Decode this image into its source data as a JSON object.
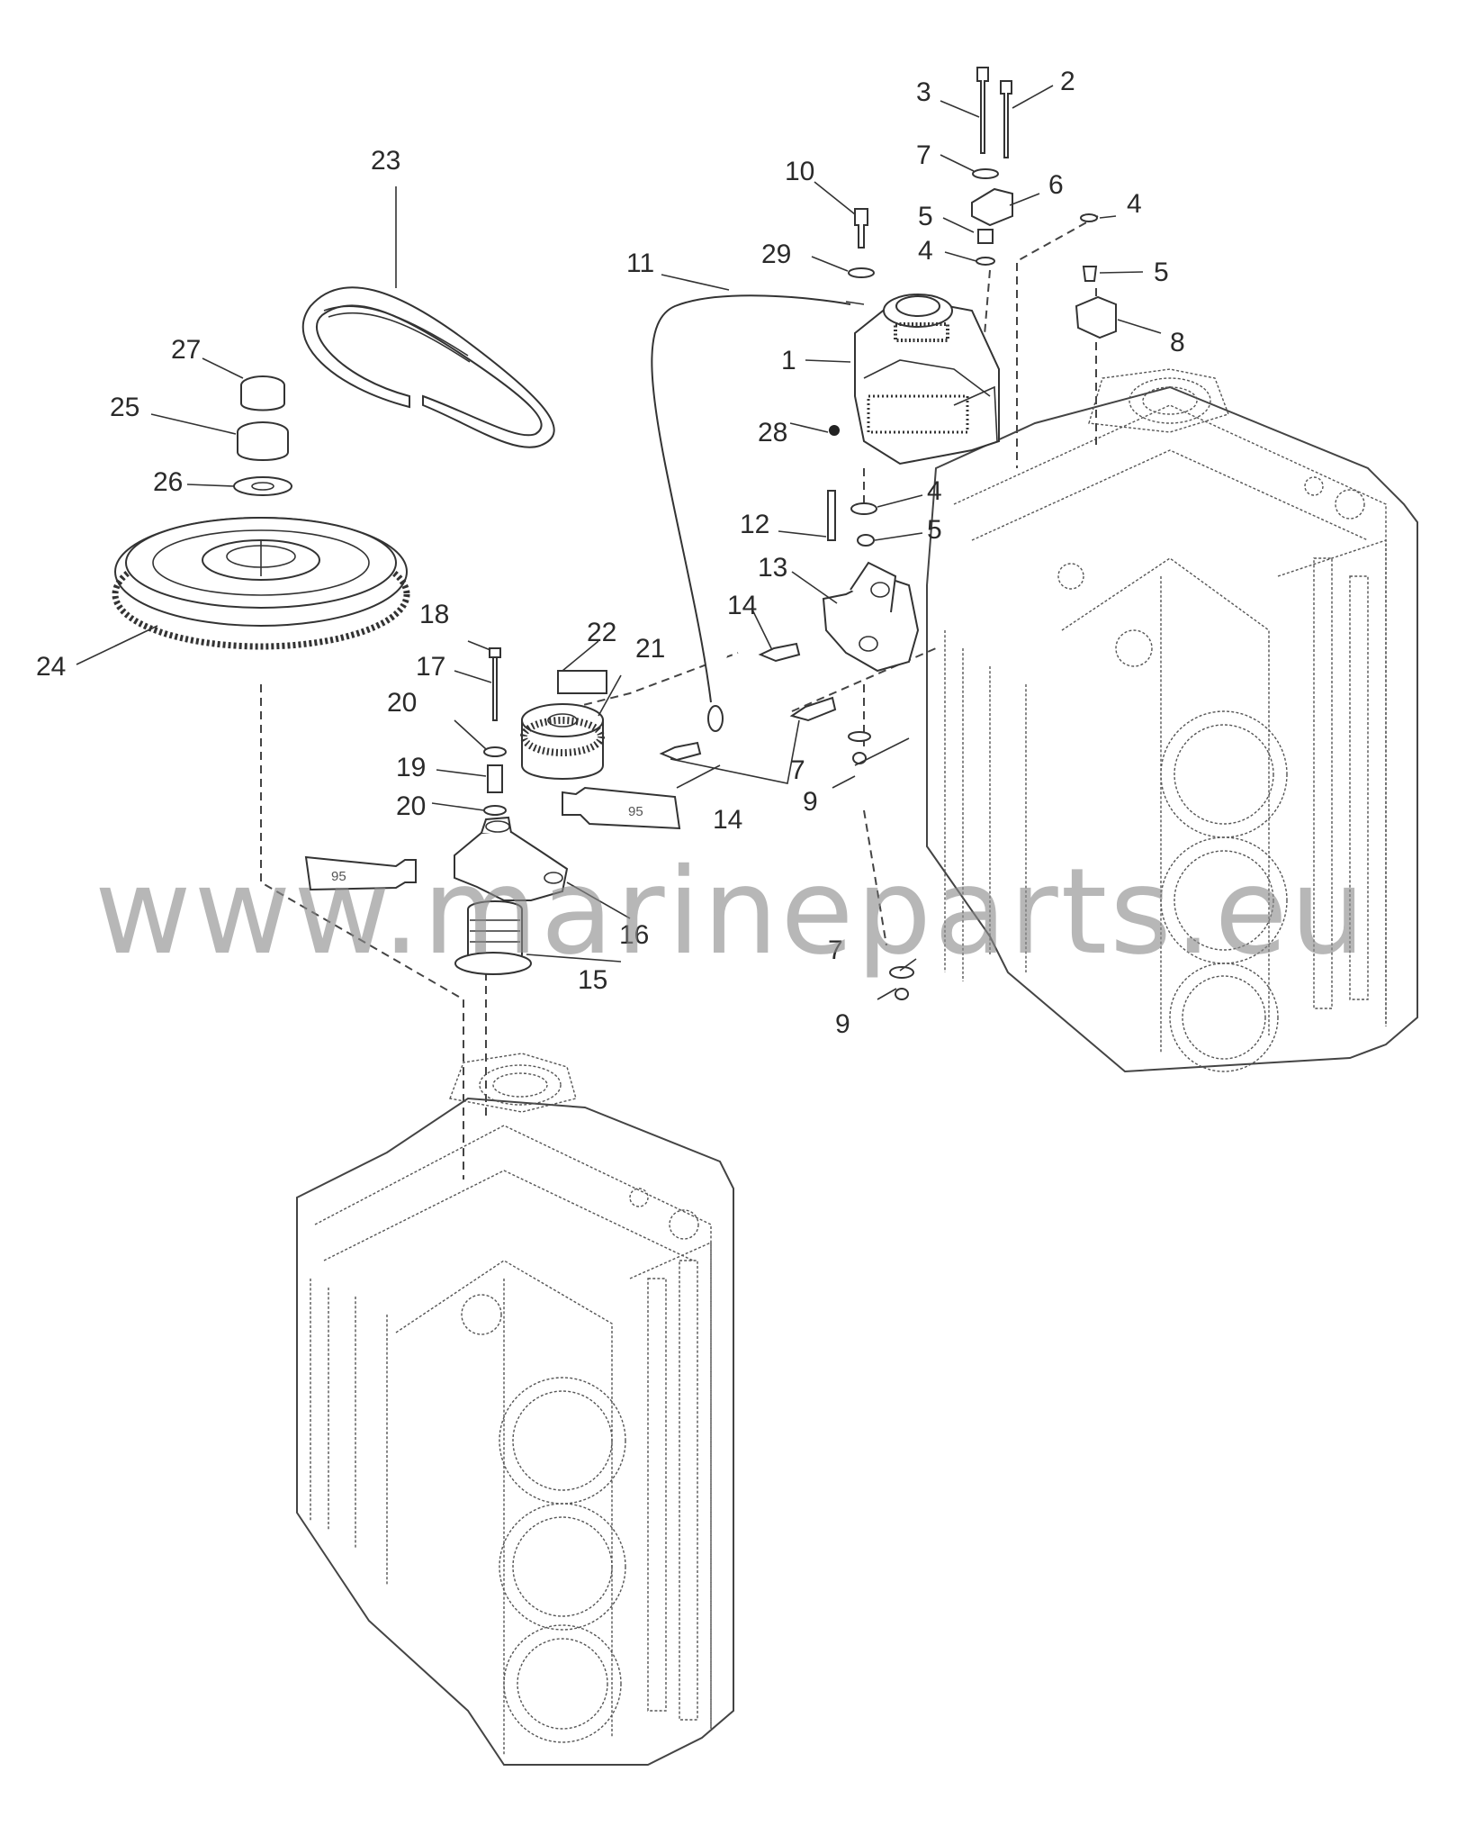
{
  "watermark": "www.marineparts.eu",
  "callouts": [
    {
      "id": "c1",
      "text": "1"
    },
    {
      "id": "c2",
      "text": "2"
    },
    {
      "id": "c3",
      "text": "3"
    },
    {
      "id": "c4a",
      "text": "4"
    },
    {
      "id": "c4b",
      "text": "4"
    },
    {
      "id": "c4c",
      "text": "4"
    },
    {
      "id": "c5a",
      "text": "5"
    },
    {
      "id": "c5b",
      "text": "5"
    },
    {
      "id": "c5c",
      "text": "5"
    },
    {
      "id": "c6",
      "text": "6"
    },
    {
      "id": "c7a",
      "text": "7"
    },
    {
      "id": "c7b",
      "text": "7"
    },
    {
      "id": "c7c",
      "text": "7"
    },
    {
      "id": "c8",
      "text": "8"
    },
    {
      "id": "c9a",
      "text": "9"
    },
    {
      "id": "c9b",
      "text": "9"
    },
    {
      "id": "c10",
      "text": "10"
    },
    {
      "id": "c11",
      "text": "11"
    },
    {
      "id": "c12",
      "text": "12"
    },
    {
      "id": "c13",
      "text": "13"
    },
    {
      "id": "c14a",
      "text": "14"
    },
    {
      "id": "c14b",
      "text": "14"
    },
    {
      "id": "c15",
      "text": "15"
    },
    {
      "id": "c16",
      "text": "16"
    },
    {
      "id": "c17",
      "text": "17"
    },
    {
      "id": "c18",
      "text": "18"
    },
    {
      "id": "c19",
      "text": "19"
    },
    {
      "id": "c20a",
      "text": "20"
    },
    {
      "id": "c20b",
      "text": "20"
    },
    {
      "id": "c21",
      "text": "21"
    },
    {
      "id": "c22",
      "text": "22"
    },
    {
      "id": "c23",
      "text": "23"
    },
    {
      "id": "c24",
      "text": "24"
    },
    {
      "id": "c25",
      "text": "25"
    },
    {
      "id": "c26",
      "text": "26"
    },
    {
      "id": "c27",
      "text": "27"
    },
    {
      "id": "c28",
      "text": "28"
    },
    {
      "id": "c29",
      "text": "29"
    }
  ],
  "tube_labels": [
    "95",
    "95"
  ]
}
